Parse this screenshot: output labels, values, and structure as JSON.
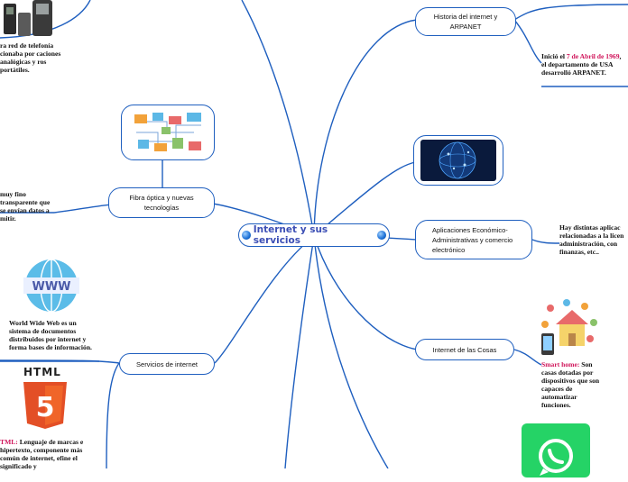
{
  "central": {
    "title": "Internet y sus servicios"
  },
  "nodes": {
    "historia": "Historia del internet y ARPANET",
    "fibra": "Fibra óptica y nuevas tecnologías",
    "aplicaciones": "Aplicaciones Económico-Administrativas y comercio electrónico",
    "cosas": "Internet de las Cosas",
    "servicios": "Servicios de internet"
  },
  "notes": {
    "telefonia": "ra red de telefonía cionaba por caciones analógicas y ros portátiles.",
    "arpanet": {
      "pre": "Inició el ",
      "date": "7 de Abril de 1969",
      "post": ", el departamento de USA desarrolló ARPANET."
    },
    "fibra": "muy fino transparente que se envían datos a mitir.",
    "aplicaciones": "Hay distintas aplicac relacionadas a la licen administración, con finanzas, etc..",
    "www": "World Wide Web es un sistema de documentos distribuidos por internet y forma bases de información.",
    "smarthome": {
      "term": "Smart home:",
      "text": " Son casas dotadas por dispositivos que son capaces de automatizar funciones."
    },
    "html": {
      "term": "TML:",
      "text": " Lenguaje de marcas e hipertexto, componente más común de internet, efine el significado y"
    }
  },
  "icons": {
    "www_label": "WWW",
    "html_label": "HTML",
    "html5_digit": "5"
  },
  "colors": {
    "line": "#1f5fbf",
    "accent": "#d0145a",
    "title": "#3c4fb5",
    "whatsapp": "#25d366"
  }
}
